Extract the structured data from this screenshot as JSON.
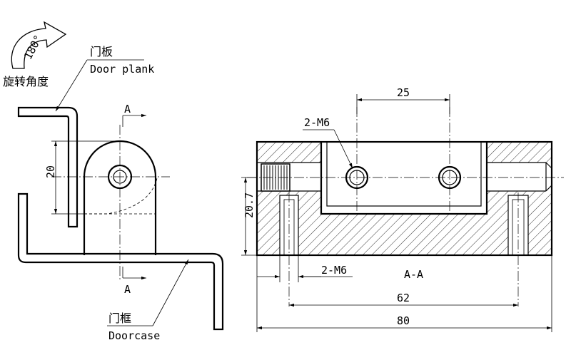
{
  "labels": {
    "rotation_angle_cn": "旋转角度",
    "rotation_degree": "180°",
    "door_plank_cn": "门板",
    "door_plank_en": "Door plank",
    "doorcase_cn": "门框",
    "doorcase_en": "Doorcase",
    "section_mark_top": "A",
    "section_mark_bottom": "A",
    "section_title": "A-A",
    "thread_callout_top": "2-M6",
    "thread_callout_bottom": "2-M6"
  },
  "dimensions": {
    "hole_spacing": "25",
    "height_left": "20",
    "height_section": "20.7",
    "hole_span": "62",
    "overall_length": "80"
  }
}
